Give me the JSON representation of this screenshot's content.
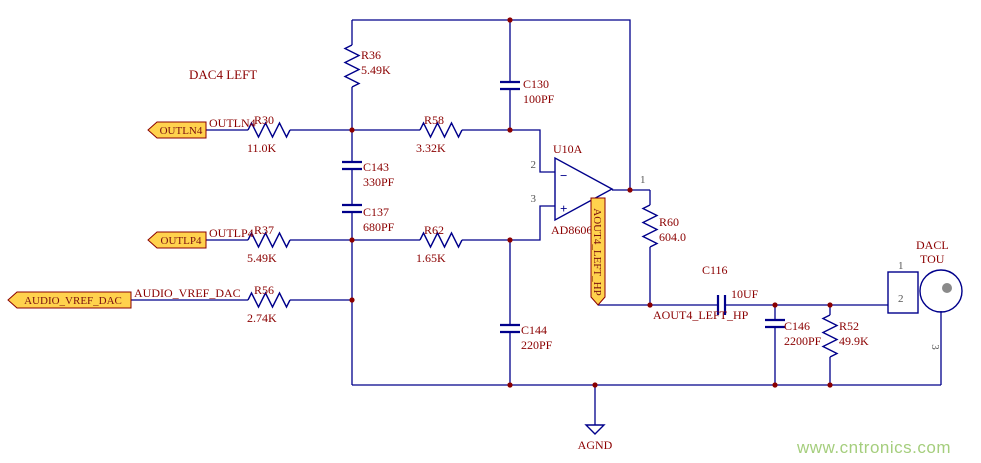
{
  "title": "DAC4 LEFT",
  "watermark": "www.cntronics.com",
  "colors": {
    "wire": "#00008B",
    "component_outline": "#00008B",
    "label": "#8B0000",
    "tag_fill": "#FFD24D",
    "tag_border": "#8B0000",
    "pin_number": "#555555",
    "junction": "#8B0000",
    "watermark": "#A5CE7D",
    "background": "#FFFFFF"
  },
  "ports": {
    "outln4": {
      "label": "OUTLN4",
      "net": "OUTLN4"
    },
    "outlp4": {
      "label": "OUTLP4",
      "net": "OUTLP4"
    },
    "vref": {
      "label": "AUDIO_VREF_DAC",
      "net": "AUDIO_VREF_DAC"
    },
    "aout": {
      "label": "AOUT4_LEFT_HP",
      "net": "AOUT4_LEFT_HP"
    }
  },
  "components": {
    "r30": {
      "ref": "R30",
      "value": "11.0K"
    },
    "r58": {
      "ref": "R58",
      "value": "3.32K"
    },
    "r36": {
      "ref": "R36",
      "value": "5.49K"
    },
    "r37": {
      "ref": "R37",
      "value": "5.49K"
    },
    "r62": {
      "ref": "R62",
      "value": "1.65K"
    },
    "r56": {
      "ref": "R56",
      "value": "2.74K"
    },
    "r60": {
      "ref": "R60",
      "value": "604.0"
    },
    "r52": {
      "ref": "R52",
      "value": "49.9K"
    },
    "c130": {
      "ref": "C130",
      "value": "100PF"
    },
    "c143": {
      "ref": "C143",
      "value": "330PF"
    },
    "c137": {
      "ref": "C137",
      "value": "680PF"
    },
    "c144": {
      "ref": "C144",
      "value": "220PF"
    },
    "c116": {
      "ref": "C116",
      "value": "10UF"
    },
    "c146": {
      "ref": "C146",
      "value": "2200PF"
    },
    "opamp": {
      "ref": "U10A",
      "part": "AD8606",
      "pin_inv": "2",
      "pin_noninv": "3",
      "pin_out": "1",
      "minus": "−",
      "plus": "+"
    },
    "jack": {
      "name1": "DACL",
      "name2": "TOU",
      "pin1": "1",
      "pin2": "2",
      "pin3": "3"
    }
  },
  "ground": {
    "label": "AGND"
  }
}
